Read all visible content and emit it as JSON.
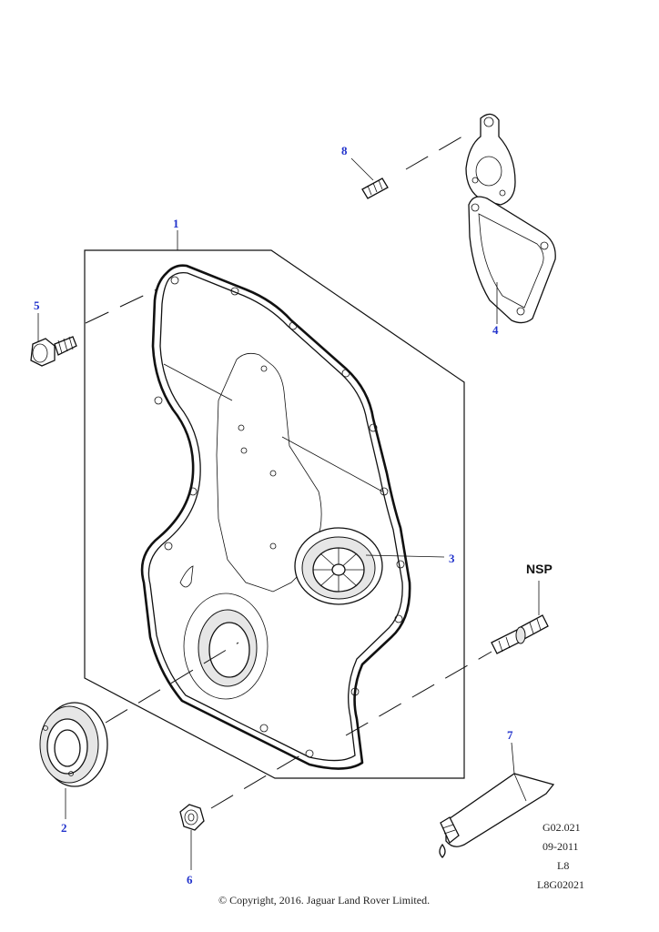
{
  "callouts": {
    "c1": "1",
    "c2": "2",
    "c3": "3",
    "c4": "4",
    "c5": "5",
    "c6": "6",
    "c7": "7",
    "c8": "8"
  },
  "nsp_label": "NSP",
  "info": {
    "code": "G02.021",
    "date": "09-2011",
    "level": "L8",
    "ref": "L8G02021"
  },
  "copyright": "© Copyright, 2016. Jaguar Land Rover Limited.",
  "colors": {
    "callout": "#2233cc",
    "line": "#111111"
  }
}
